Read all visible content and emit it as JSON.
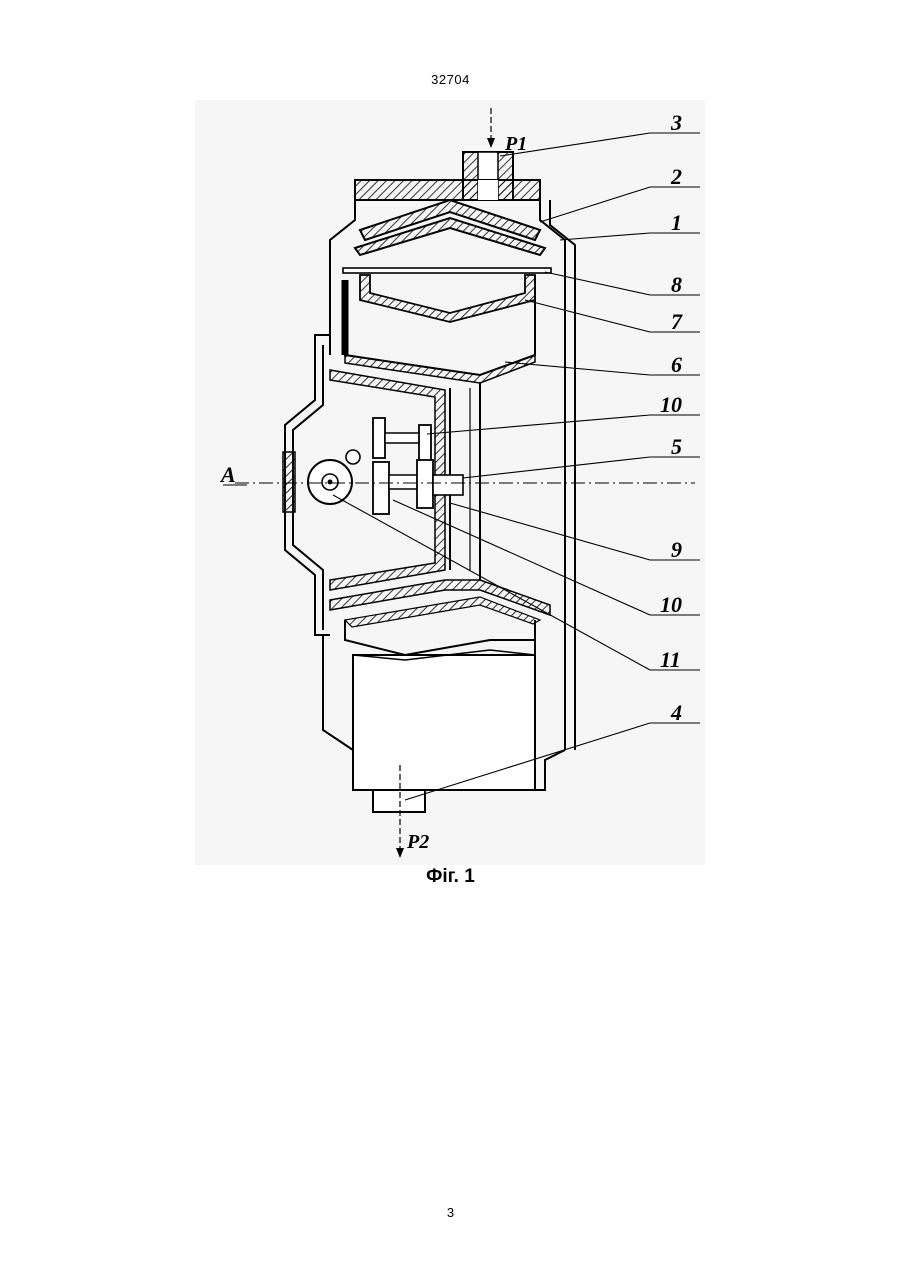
{
  "document": {
    "header_number": "32704",
    "page_number": "3",
    "figure_caption": "Фіг. 1"
  },
  "figure": {
    "callouts": [
      "3",
      "2",
      "1",
      "8",
      "7",
      "6",
      "10",
      "5",
      "9",
      "10",
      "11",
      "4"
    ],
    "flow_labels": {
      "inlet": "P1",
      "outlet": "P2"
    },
    "section_label": "A"
  }
}
